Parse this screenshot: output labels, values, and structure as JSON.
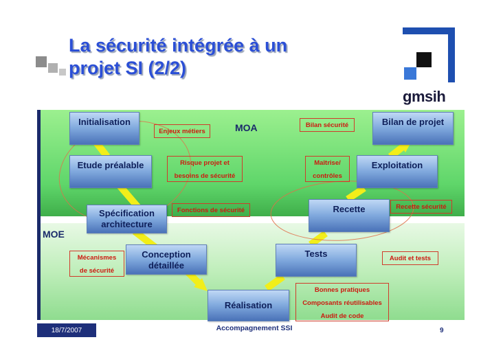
{
  "slide": {
    "title_line1": "La sécurité intégrée à un",
    "title_line2": "projet SI (2/2)"
  },
  "logo": {
    "text": "gmsih",
    "icon": "gmsih-logo-icon"
  },
  "zones": {
    "moa": "MOA",
    "moe": "MOE"
  },
  "phases": {
    "initialisation": "Initialisation",
    "etude": "Etude préalable",
    "specification_line1": "Spécification",
    "specification_line2": "architecture",
    "conception_line1": "Conception",
    "conception_line2": "détaillée",
    "realisation": "Réalisation",
    "tests": "Tests",
    "recette": "Recette",
    "exploitation": "Exploitation",
    "bilan": "Bilan de projet"
  },
  "notes": {
    "enjeux": "Enjeux métiers",
    "risque_line1": "Risque projet  et",
    "risque_line2": "besoins de sécurité",
    "fonctions": "Fonctions de sécurité",
    "mecanismes_line1": "Mécanismes",
    "mecanismes_line2": "de sécurité",
    "bonnes": "Bonnes pratiques",
    "composants": "Composants réutilisables",
    "audit_code": "Audit de code",
    "audit_tests": "Audit et tests",
    "recette_securite": "Recette sécurité",
    "maitrise_line1": "Maîtrise/",
    "maitrise_line2": "contrôles",
    "bilan_securite": "Bilan sécurité"
  },
  "footer": {
    "date": "18/7/2007",
    "center": "Accompagnement SSI",
    "page": "9"
  },
  "colors": {
    "title": "#2b4fd6",
    "note_text": "#cc1a10",
    "footer_bar": "#1e2f7a",
    "path_yellow": "#f2ee1a"
  }
}
